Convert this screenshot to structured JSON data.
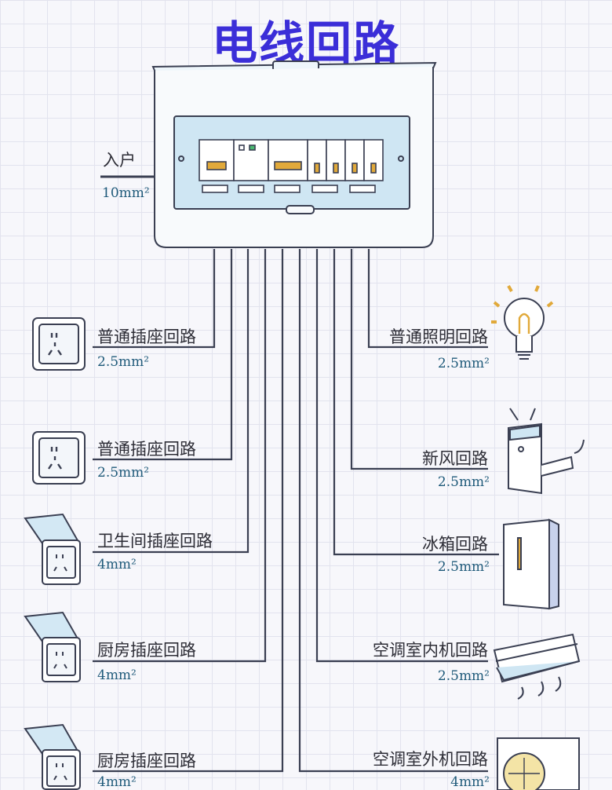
{
  "title": "电线回路",
  "incoming": {
    "label": "入户",
    "spec": "10mm²"
  },
  "left_circuits": [
    {
      "label": "普通插座回路",
      "spec": "2.5mm²",
      "device": "socket"
    },
    {
      "label": "普通插座回路",
      "spec": "2.5mm²",
      "device": "socket"
    },
    {
      "label": "卫生间插座回路",
      "spec": "4mm²",
      "device": "splash-proof-socket"
    },
    {
      "label": "厨房插座回路",
      "spec": "4mm²",
      "device": "splash-proof-socket"
    },
    {
      "label": "厨房插座回路",
      "spec": "4mm²",
      "device": "splash-proof-socket"
    }
  ],
  "right_circuits": [
    {
      "label": "普通照明回路",
      "spec": "2.5mm²",
      "device": "light-bulb"
    },
    {
      "label": "新风回路",
      "spec": "2.5mm²",
      "device": "fresh-air-unit"
    },
    {
      "label": "冰箱回路",
      "spec": "2.5mm²",
      "device": "refrigerator"
    },
    {
      "label": "空调室内机回路",
      "spec": "2.5mm²",
      "device": "ac-indoor-unit"
    },
    {
      "label": "空调室外机回路",
      "spec": "4mm²",
      "device": "ac-outdoor-unit"
    }
  ],
  "colors": {
    "title": "#3b2ed8",
    "wire": "#3a3f52",
    "spec_text": "#1f5a7a",
    "panel_window": "#cfe6f3"
  }
}
